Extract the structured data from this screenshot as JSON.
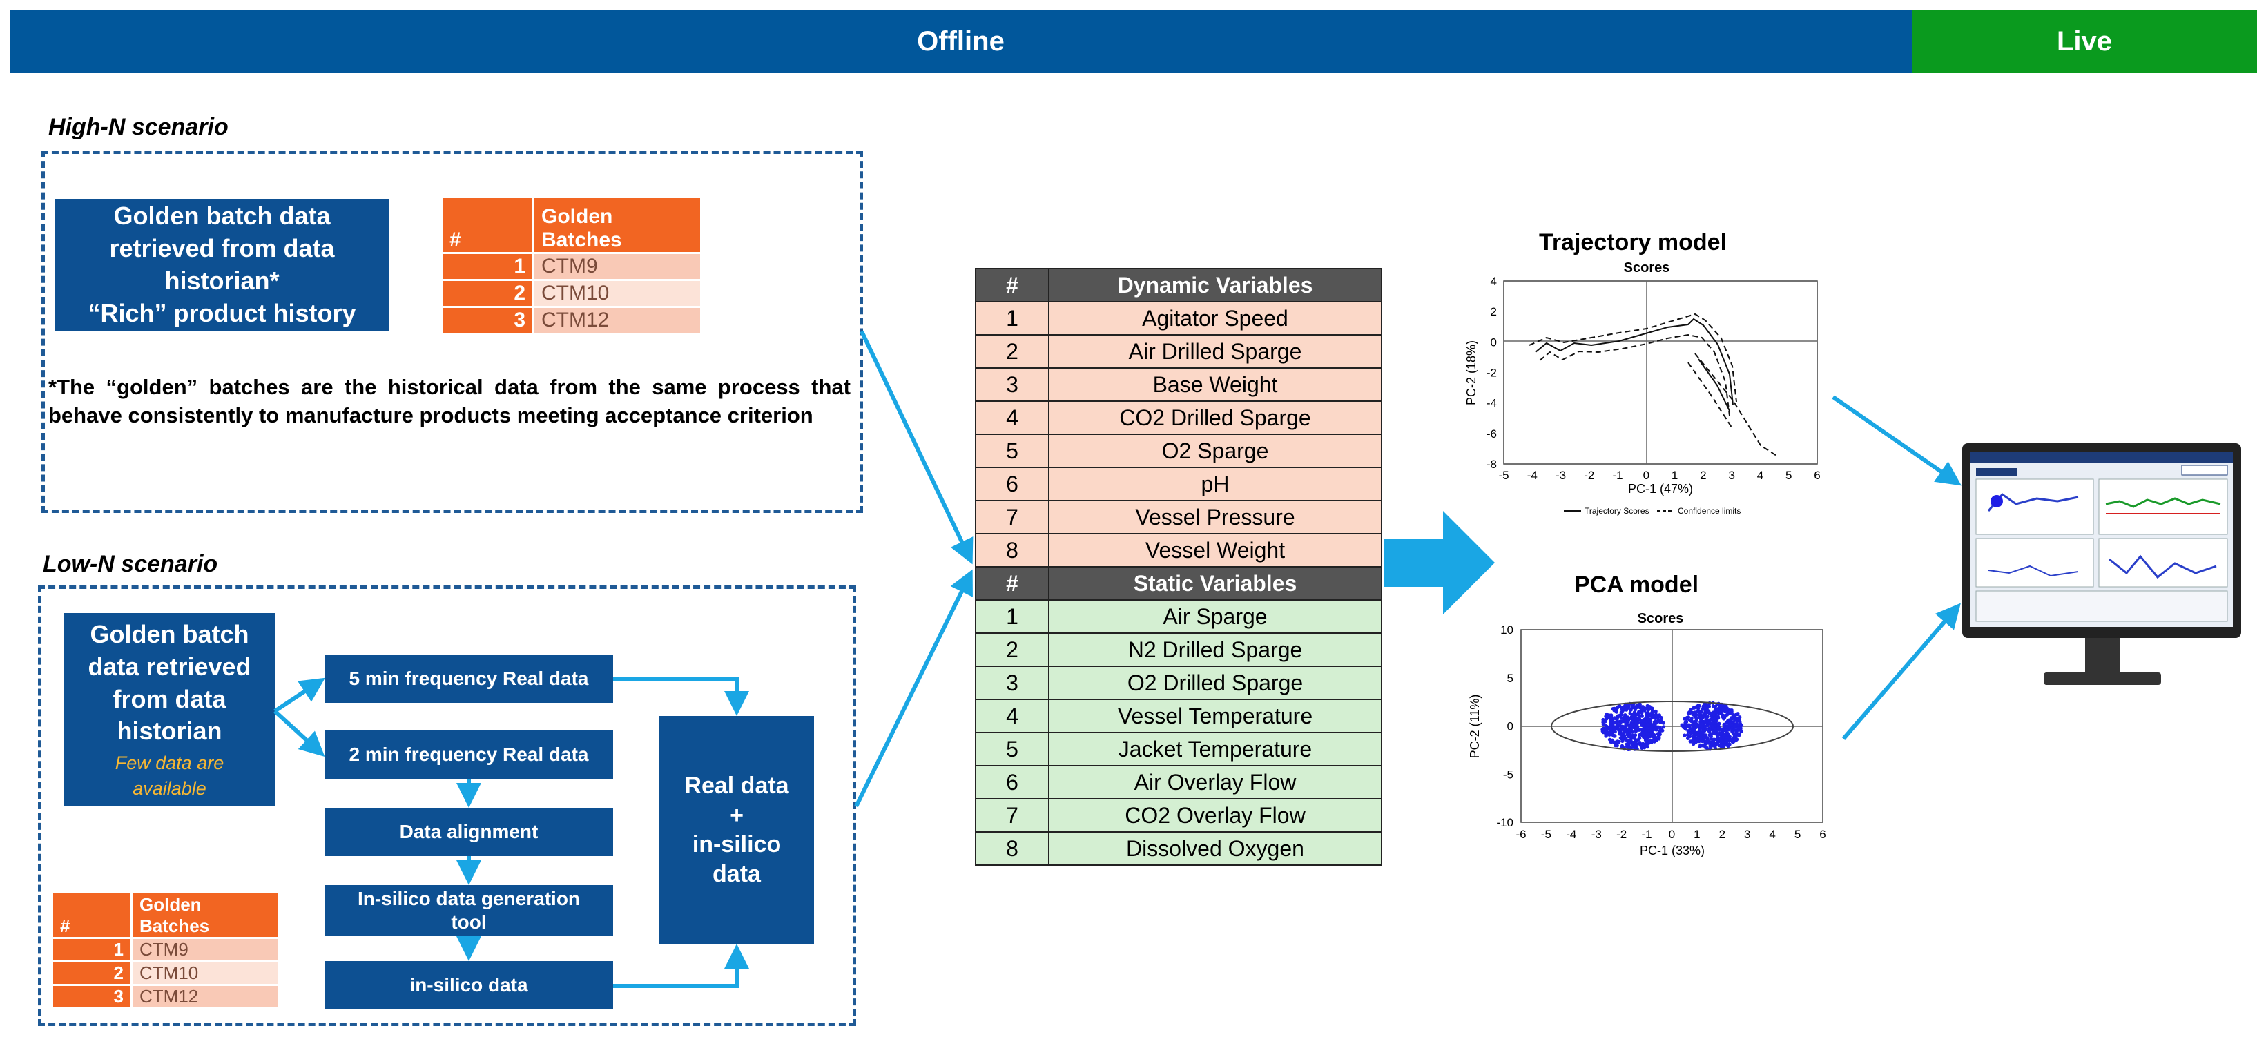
{
  "header": {
    "offline": "Offline",
    "live": "Live"
  },
  "highN": {
    "title": "High-N scenario",
    "box_lines": [
      "Golden batch data",
      "retrieved from data",
      "historian*",
      "“Rich” product history"
    ],
    "table": {
      "hash": "#",
      "header": "Golden Batches",
      "rows": [
        {
          "n": "1",
          "v": "CTM9"
        },
        {
          "n": "2",
          "v": "CTM10"
        },
        {
          "n": "3",
          "v": "CTM12"
        }
      ]
    },
    "footnote": "*The “golden” batches are the historical data from the same process that behave consistently to manufacture products meeting acceptance criterion"
  },
  "lowN": {
    "title": "Low-N scenario",
    "box_lines": [
      "Golden batch",
      "data retrieved",
      "from data",
      "historian"
    ],
    "box_note": "Few data are available",
    "steps": {
      "freq5": "5 min frequency Real data",
      "freq2": "2 min frequency Real data",
      "align": "Data alignment",
      "tool": "In-silico data generation tool",
      "insilico": "in-silico data"
    },
    "combined_lines": [
      "Real data",
      "+",
      "in-silico",
      "data"
    ],
    "table": {
      "hash": "#",
      "header": "Golden Batches",
      "rows": [
        {
          "n": "1",
          "v": "CTM9"
        },
        {
          "n": "2",
          "v": "CTM10"
        },
        {
          "n": "3",
          "v": "CTM12"
        }
      ]
    }
  },
  "variables": {
    "hash": "#",
    "dynamic_header": "Dynamic Variables",
    "dynamic": [
      {
        "n": "1",
        "v": "Agitator Speed"
      },
      {
        "n": "2",
        "v": "Air Drilled Sparge"
      },
      {
        "n": "3",
        "v": "Base Weight"
      },
      {
        "n": "4",
        "v": "CO2 Drilled Sparge"
      },
      {
        "n": "5",
        "v": "O2 Sparge"
      },
      {
        "n": "6",
        "v": "pH"
      },
      {
        "n": "7",
        "v": "Vessel Pressure"
      },
      {
        "n": "8",
        "v": "Vessel Weight"
      }
    ],
    "static_header": "Static Variables",
    "static": [
      {
        "n": "1",
        "v": "Air Sparge"
      },
      {
        "n": "2",
        "v": "N2 Drilled Sparge"
      },
      {
        "n": "3",
        "v": "O2 Drilled Sparge"
      },
      {
        "n": "4",
        "v": "Vessel Temperature"
      },
      {
        "n": "5",
        "v": "Jacket Temperature"
      },
      {
        "n": "6",
        "v": "Air Overlay Flow"
      },
      {
        "n": "7",
        "v": "CO2 Overlay Flow"
      },
      {
        "n": "8",
        "v": "Dissolved Oxygen"
      }
    ]
  },
  "trajectory": {
    "heading": "Trajectory model",
    "title": "Scores",
    "xlabel": "PC-1 (47%)",
    "ylabel": "PC-2 (18%)",
    "xticks": [
      "-5",
      "-4",
      "-3",
      "-2",
      "-1",
      "0",
      "1",
      "2",
      "3",
      "4",
      "5",
      "6"
    ],
    "yticks": [
      "4",
      "2",
      "0",
      "-2",
      "-4",
      "-6",
      "-8"
    ],
    "legend": [
      "Trajectory Scores",
      "Confidence limits"
    ]
  },
  "pca": {
    "heading": "PCA model",
    "title": "Scores",
    "xlabel": "PC-1 (33%)",
    "ylabel": "PC-2 (11%)",
    "xticks": [
      "-6",
      "-5",
      "-4",
      "-3",
      "-2",
      "-1",
      "0",
      "1",
      "2",
      "3",
      "4",
      "5",
      "6"
    ],
    "yticks": [
      "10",
      "5",
      "0",
      "-5",
      "-10"
    ]
  },
  "colors": {
    "offline_bar": "#01579b",
    "live_bar": "#0a9a1e",
    "dark_blue": "#0d5092",
    "arrow": "#1aa6e4",
    "orange": "#f26522",
    "note": "#f7b733",
    "pca_points": "#1f1fe6"
  }
}
